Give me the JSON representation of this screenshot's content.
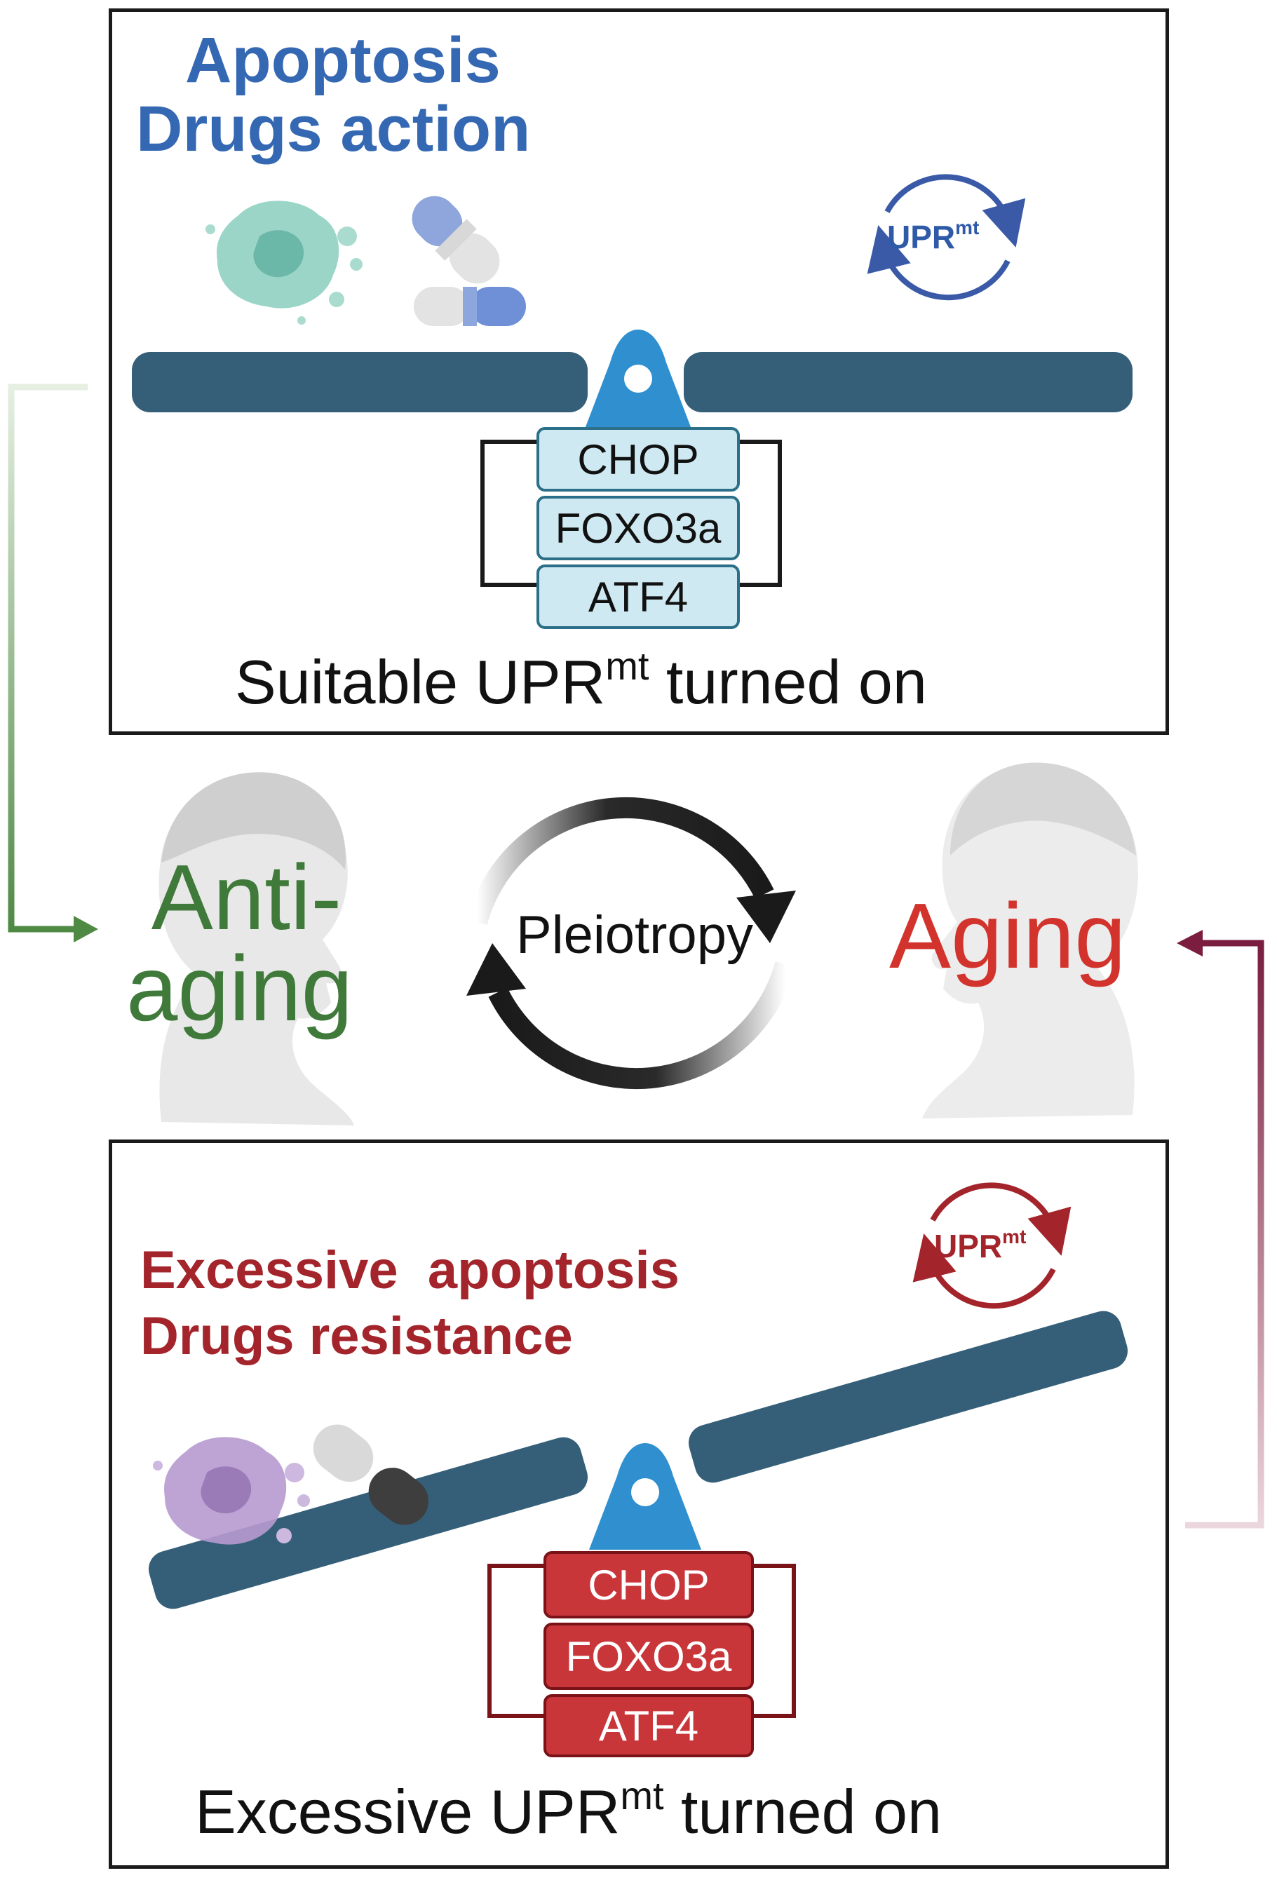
{
  "top_panel": {
    "title_lines": [
      "Apoptosis",
      "Drugs action"
    ],
    "factors": [
      "CHOP",
      "FOXO3a",
      "ATF4"
    ],
    "upr_label": "UPR",
    "upr_sup": "mt",
    "caption_main": "Suitable UPR",
    "caption_sup": "mt",
    "caption_end": " turned on",
    "colors": {
      "title": "#3568b3",
      "beam": "#355f78",
      "fulcrum": "#2f8fcf",
      "cell": "#7cc7b8"
    }
  },
  "middle": {
    "left_label_lines": [
      "Anti-",
      "aging"
    ],
    "center_label": "Pleiotropy",
    "right_label": "Aging",
    "colors": {
      "anti_aging": "#3f7a3a",
      "aging": "#d2332c",
      "left_arrow": "#5c8f4f",
      "right_arrow": "#7a1d3f"
    }
  },
  "bottom_panel": {
    "title_lines": [
      "Excessive  apoptosis",
      "Drugs resistance"
    ],
    "factors": [
      "CHOP",
      "FOXO3a",
      "ATF4"
    ],
    "upr_label": "UPR",
    "upr_sup": "mt",
    "caption_main": "Excessive UPR",
    "caption_sup": "mt",
    "caption_end": " turned on",
    "colors": {
      "title": "#a3252b",
      "beam": "#355f78",
      "fulcrum": "#2f8fcf",
      "cell": "#a88bc4",
      "factor_box": "#c9363a"
    }
  }
}
